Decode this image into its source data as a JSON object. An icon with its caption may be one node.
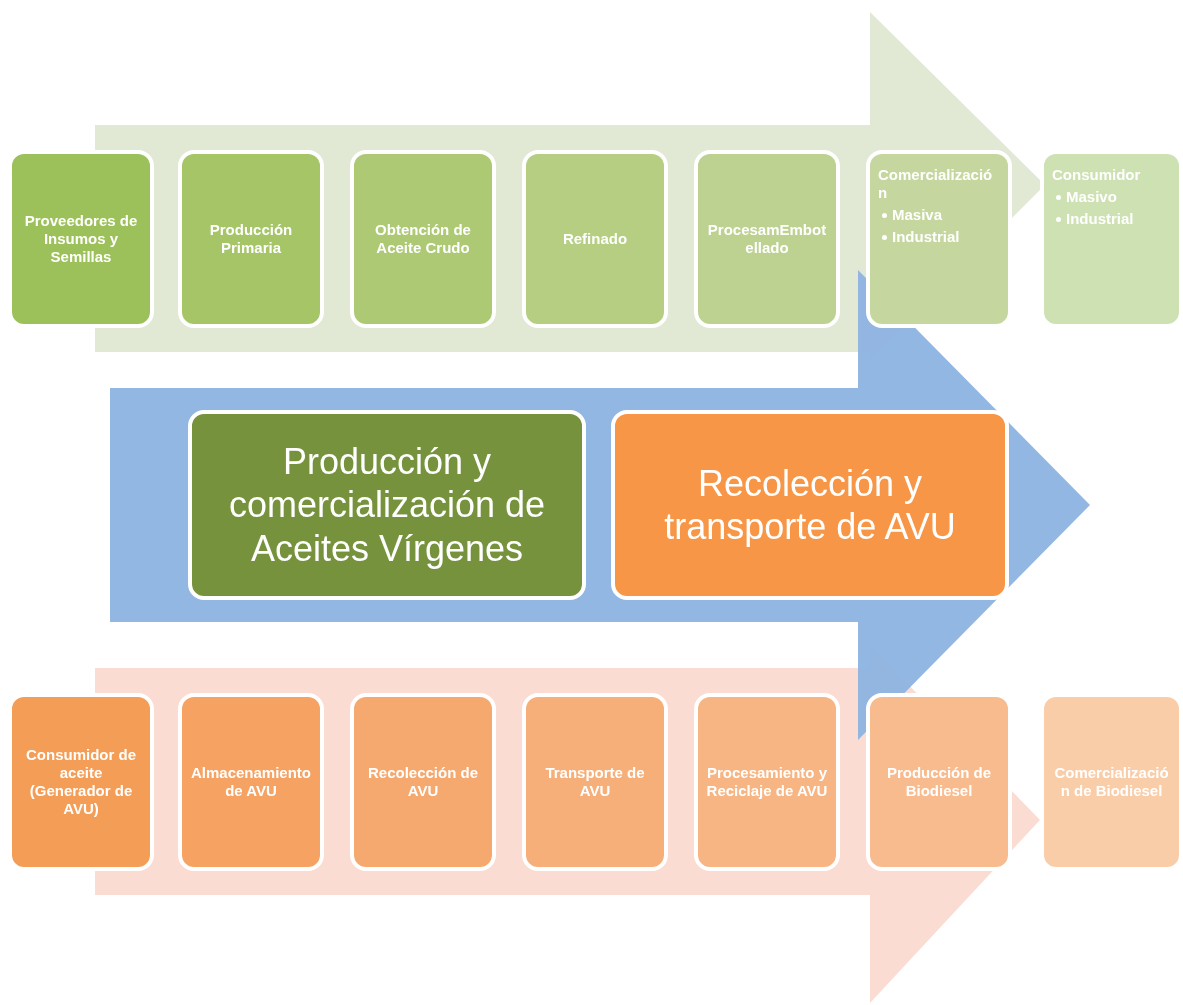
{
  "diagram": {
    "nodes": [
      {
        "text": [
          "Proveedores de Insumos y Semillas"
        ]
      },
      {
        "text": [
          "Producción Primaria"
        ]
      },
      {
        "text": [
          "Obtención de Aceite Crudo"
        ]
      },
      {
        "text": [
          "Refinado"
        ]
      },
      {
        "text": [
          "ProcesamEmbotellado"
        ]
      },
      {
        "text": [
          "Comercialización",
          "Masiva",
          "Industrial"
        ]
      },
      {
        "text": [
          "Consumidor",
          "Masivo",
          "Industrial"
        ]
      },
      {
        "text": [
          "Producción y comercialización de Aceites Vírgenes"
        ]
      },
      {
        "text": [
          "Recolección y transporte de AVU"
        ]
      },
      {
        "text": [
          "Consumidor de aceite (Generador de AVU)"
        ]
      },
      {
        "text": [
          "Almacenamiento de AVU"
        ]
      },
      {
        "text": [
          "Recolección de AVU"
        ]
      },
      {
        "text": [
          "Transporte de AVU"
        ]
      },
      {
        "text": [
          "Procesamiento y Reciclaje de AVU"
        ]
      },
      {
        "text": [
          "Producción de Biodiesel"
        ]
      },
      {
        "text": [
          "Comercialización de Biodiesel"
        ]
      }
    ],
    "edges": [
      {
        "from": 0,
        "to": 6,
        "arrow": "to",
        "style": "thick",
        "color": "#dfe8d3"
      },
      {
        "from": 9,
        "to": 15,
        "arrow": "to",
        "style": "thick",
        "color": "#fbdad0"
      },
      {
        "from": 7,
        "to": 8,
        "arrow": "to",
        "style": "thick",
        "color": "#8db3e2"
      }
    ]
  }
}
